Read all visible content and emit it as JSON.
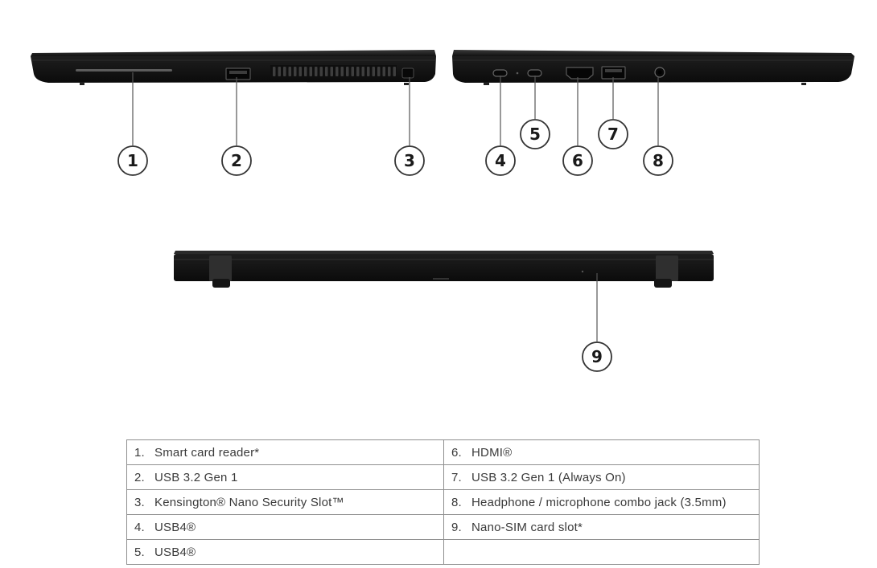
{
  "callouts": [
    "1",
    "2",
    "3",
    "4",
    "5",
    "6",
    "7",
    "8",
    "9"
  ],
  "ports_table": {
    "rows": [
      {
        "left": {
          "num": "1.",
          "text": "Smart card reader*"
        },
        "right": {
          "num": "6.",
          "text": "HDMI®"
        }
      },
      {
        "left": {
          "num": "2.",
          "text": "USB 3.2 Gen 1"
        },
        "right": {
          "num": "7.",
          "text": "USB 3.2 Gen 1 (Always On)"
        }
      },
      {
        "left": {
          "num": "3.",
          "text": "Kensington® Nano Security Slot™"
        },
        "right": {
          "num": "8.",
          "text": "Headphone / microphone combo jack (3.5mm)"
        }
      },
      {
        "left": {
          "num": "4.",
          "text": "USB4®"
        },
        "right": {
          "num": "9.",
          "text": "Nano-SIM card slot*"
        }
      },
      {
        "left": {
          "num": "5.",
          "text": "USB4®"
        },
        "right": {
          "num": "",
          "text": ""
        }
      }
    ]
  }
}
